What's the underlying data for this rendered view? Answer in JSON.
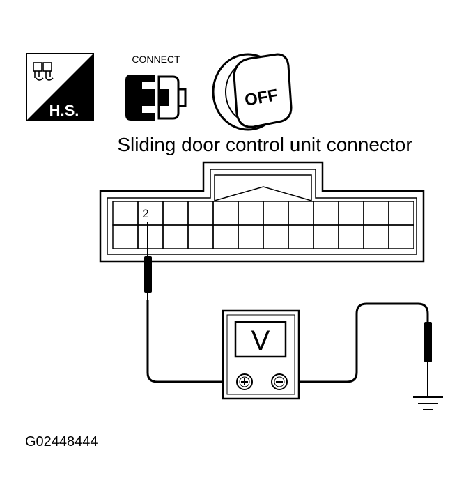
{
  "icons": {
    "hs_label": "H.S.",
    "connect_label": "CONNECT",
    "ignition_label": "OFF"
  },
  "diagram": {
    "title": "Sliding door control unit connector",
    "terminal_label": "2",
    "meter_label": "V",
    "figure_id": "G02448444"
  },
  "colors": {
    "ink": "#000000",
    "fill_gray": "#d9d9d9",
    "background": "#ffffff"
  }
}
